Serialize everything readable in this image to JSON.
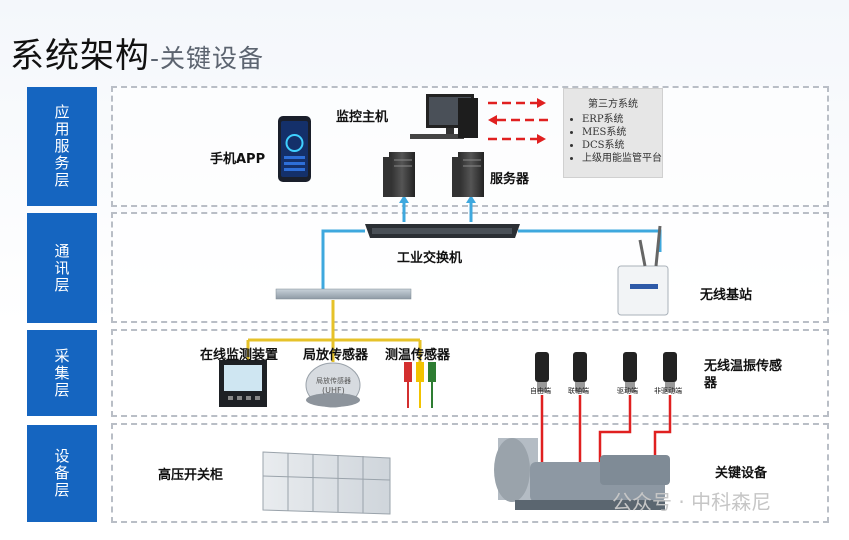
{
  "title": {
    "main": "系统架构",
    "sub": "-关键设备"
  },
  "layers": [
    {
      "label": "应用服务层"
    },
    {
      "label": "通讯层"
    },
    {
      "label": "采集层"
    },
    {
      "label": "设备层"
    }
  ],
  "application": {
    "phone_app": "手机APP",
    "monitor_host": "监控主机",
    "server": "服务器",
    "third_party": {
      "title": "第三方系统",
      "items": [
        "ERP系统",
        "MES系统",
        "DCS系统",
        "上级用能监管平台"
      ]
    }
  },
  "communication": {
    "switch": "工业交换机",
    "wireless_base": "无线基站"
  },
  "acquisition": {
    "online_monitor": "在线监测装置",
    "pd_sensor": "局放传感器",
    "pd_sensor_face": "局放传感器",
    "pd_sensor_code": "(UHF)",
    "temp_sensor": "测温传感器",
    "wireless_sensor": "无线温振传感器",
    "sensor_tags": [
      "自由端",
      "联轴端",
      "驱动端",
      "非驱动端"
    ]
  },
  "equipment": {
    "switchgear": "高压开关柜",
    "key_equipment": "关键设备"
  },
  "watermark": "公众号 · 中科森尼",
  "colors": {
    "layer_blue": "#1565c0",
    "comm_line": "#3ea8de",
    "collect_line": "#e6c229",
    "wireless_line": "#e02020",
    "arrow_red": "#e02020"
  }
}
